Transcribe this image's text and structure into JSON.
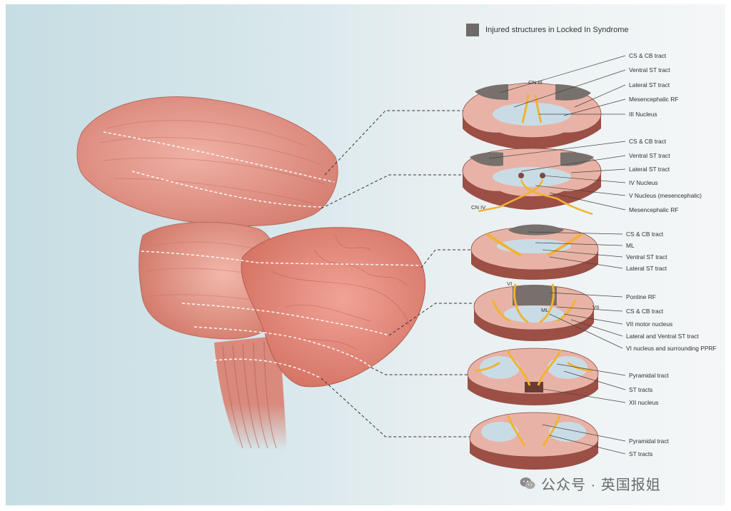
{
  "legend": {
    "label": "Injured structures in Locked In Syndrome",
    "swatch_color": "#6e6a68"
  },
  "sections": [
    {
      "id": "midbrain-upper",
      "labels": [
        "CS & CB tract",
        "Ventral ST tract",
        "Lateral ST tract",
        "Mesencephalic RF",
        "III Nucleus"
      ],
      "inner_labels": [
        "CN III"
      ]
    },
    {
      "id": "midbrain-lower",
      "labels": [
        "CS & CB tract",
        "Ventral ST tract",
        "Lateral ST tract",
        "IV Nucleus",
        "V Nucleus (mesencephalic)",
        "Mesencephalic RF"
      ],
      "inner_labels": [
        "CN IV"
      ]
    },
    {
      "id": "pons-upper",
      "labels": [
        "CS & CB tract",
        "ML",
        "Ventral ST tract",
        "Lateral ST tract"
      ],
      "inner_labels": []
    },
    {
      "id": "pons-lower",
      "labels": [
        "Pontine RF",
        "CS & CB tract",
        "VII motor nucleus",
        "Lateral and Ventral ST tract",
        "VI nucleus and surrounding PPRF"
      ],
      "inner_labels": [
        "VI",
        "VII",
        "ML"
      ]
    },
    {
      "id": "medulla-upper",
      "labels": [
        "Pyramidal tract",
        "ST tracts",
        "XII nucleus"
      ],
      "inner_labels": []
    },
    {
      "id": "medulla-lower",
      "labels": [
        "Pyramidal tract",
        "ST tracts"
      ],
      "inner_labels": []
    }
  ],
  "watermark": {
    "text": "公众号 · 英国报姐",
    "icon": "wechat-icon"
  },
  "colors": {
    "tissue": "#e6a79c",
    "tissue_dark": "#a5584f",
    "tract_yellow": "#f2b233",
    "gray_matter": "#c9dce6",
    "injured": "#77706c"
  }
}
